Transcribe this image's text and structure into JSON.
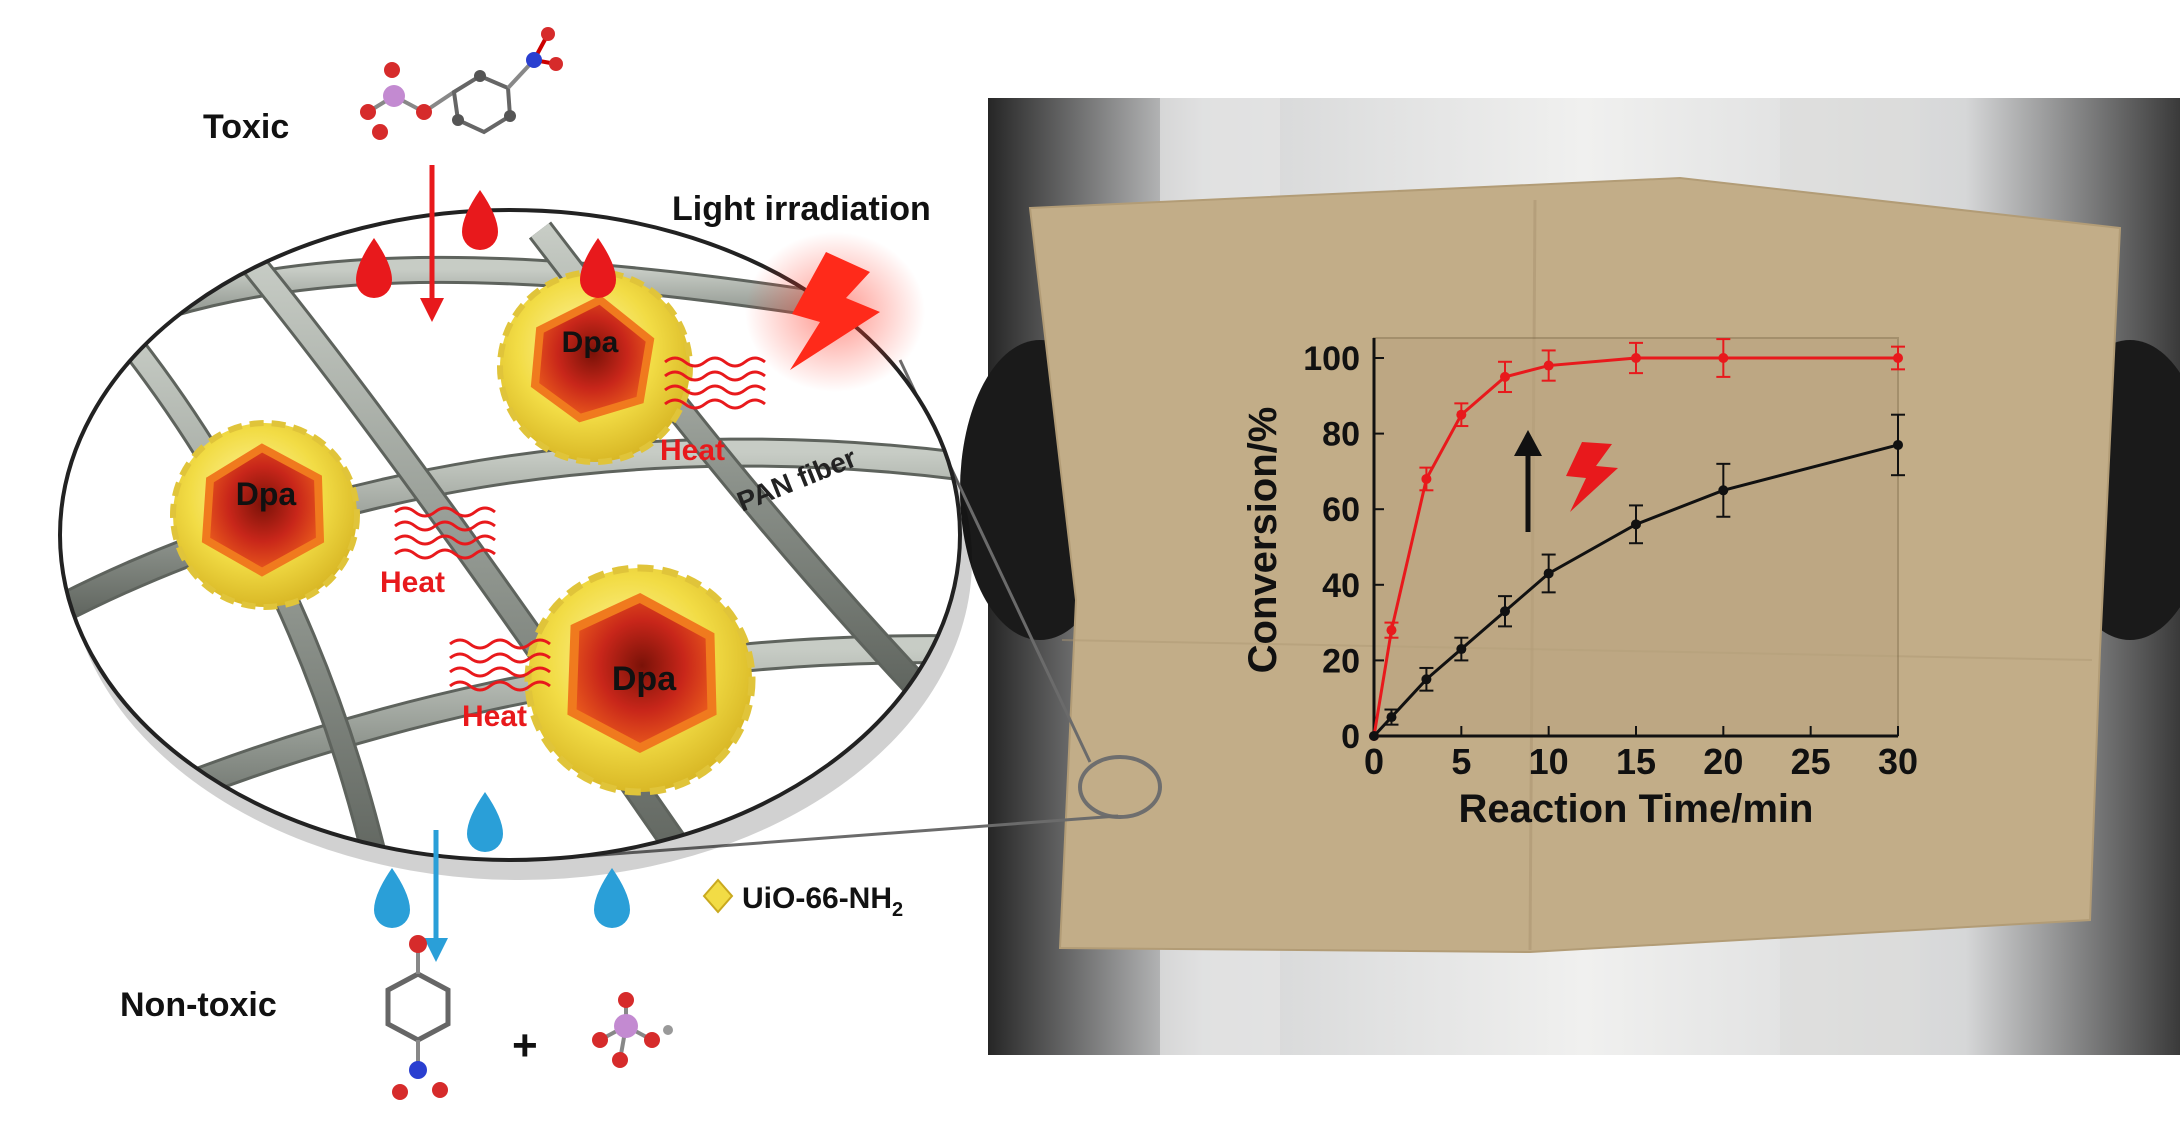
{
  "labels": {
    "toxic": "Toxic",
    "non_toxic": "Non-toxic",
    "light": "Light irradiation",
    "heat": "Heat",
    "dpa": "Dpa",
    "pan_fiber": "PAN fiber",
    "plus": "+",
    "legend_main": "UiO-66-NH",
    "legend_sub": "2"
  },
  "colors": {
    "red": "#e8191c",
    "blue": "#2a9fd8",
    "fiber": "#8f958e",
    "paper": "#c2ad88",
    "yellow": "#f2dc45"
  },
  "chart_data": {
    "type": "line",
    "xlabel": "Reaction Time/min",
    "ylabel": "Conversion/%",
    "xlim": [
      0,
      30
    ],
    "ylim": [
      0,
      100
    ],
    "xticks": [
      "0",
      "5",
      "10",
      "15",
      "20",
      "25",
      "30"
    ],
    "yticks": [
      "0",
      "20",
      "40",
      "60",
      "80",
      "100"
    ],
    "series": [
      {
        "color": "#e8191c",
        "x": [
          0,
          1,
          3,
          5,
          7.5,
          10,
          15,
          20,
          30
        ],
        "y": [
          0,
          28,
          68,
          85,
          95,
          98,
          100,
          100,
          100
        ],
        "err": [
          0,
          2,
          3,
          3,
          4,
          4,
          4,
          5,
          3
        ]
      },
      {
        "color": "#111111",
        "x": [
          0,
          1,
          3,
          5,
          7.5,
          10,
          15,
          20,
          30
        ],
        "y": [
          0,
          5,
          15,
          23,
          33,
          43,
          56,
          65,
          77
        ],
        "err": [
          0,
          2,
          3,
          3,
          4,
          5,
          5,
          7,
          8
        ]
      }
    ]
  }
}
